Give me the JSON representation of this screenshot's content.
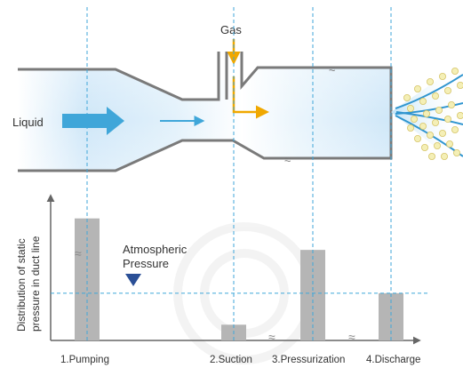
{
  "diagram": {
    "inputs": {
      "liquid": "Liquid",
      "gas": "Gas"
    },
    "atmospheric_label": [
      "Atmospheric",
      "Pressure"
    ],
    "y_axis_label": [
      "Distribution of static",
      "pressure in duct line"
    ],
    "stages": [
      "1.Pumping",
      "2.Suction",
      "3.Pressurization",
      "4.Discharge"
    ],
    "colors": {
      "pipe": "#7a7a7a",
      "liquid_arrow": "#3fa6d9",
      "gas_arrow": "#f0a800",
      "bubble_fill": "#f4efb6",
      "bar": "#b5b5b5",
      "dashed": "#3fa6d9",
      "atmospheric_marker": "#2a4f96"
    }
  },
  "chart_data": {
    "type": "bar",
    "categories": [
      "1.Pumping",
      "2.Suction",
      "3.Pressurization",
      "4.Discharge"
    ],
    "values": [
      1.55,
      0.2,
      1.15,
      0.6
    ],
    "reference_line": {
      "label": "Atmospheric Pressure",
      "value": 0.6
    },
    "ylim": [
      0,
      1.75
    ],
    "grid": false
  }
}
